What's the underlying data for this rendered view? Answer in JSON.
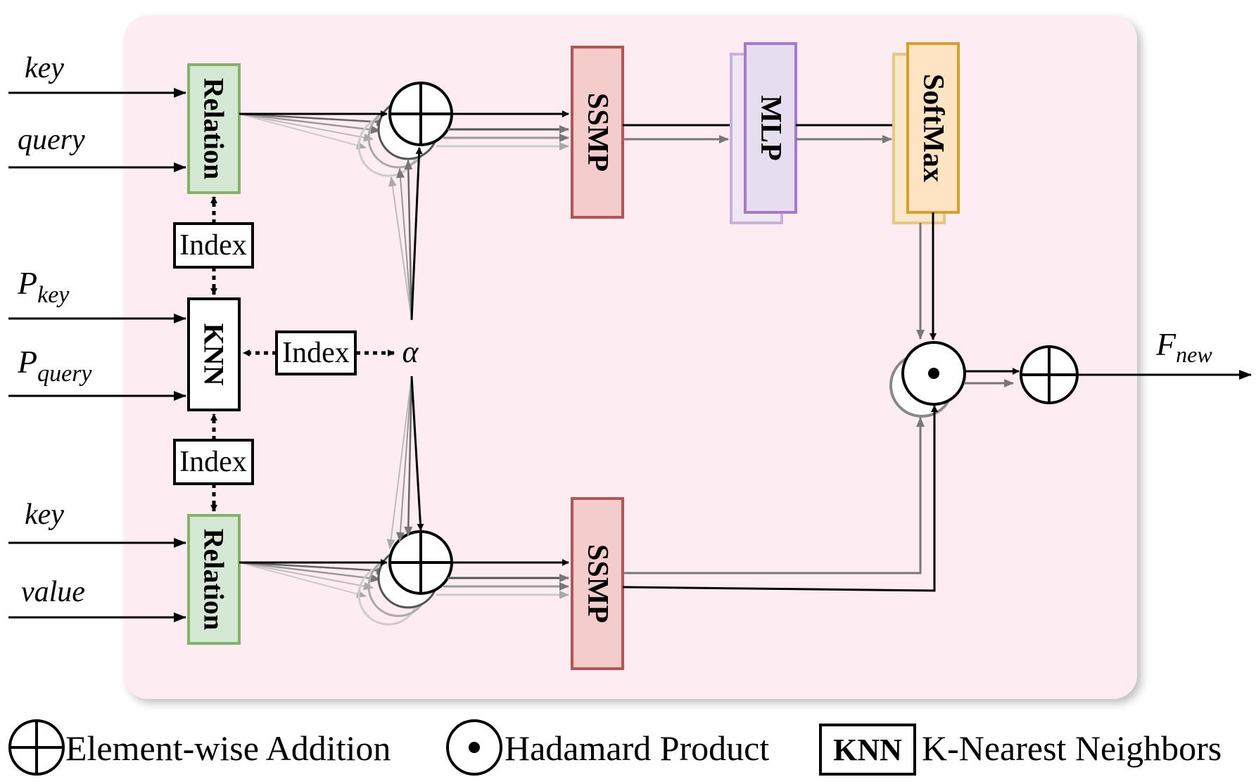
{
  "inputs": {
    "key_top": "key",
    "query": "query",
    "p_key_main": "P",
    "p_key_sub": "key",
    "p_query_main": "P",
    "p_query_sub": "query",
    "key_bottom": "key",
    "value": "value"
  },
  "blocks": {
    "relation_top": "Relation",
    "relation_bottom": "Relation",
    "knn": "KNN",
    "index_top": "Index",
    "index_middle": "Index",
    "index_bottom": "Index",
    "alpha": "α",
    "ssmp_top": "SSMP",
    "ssmp_bottom": "SSMP",
    "mlp": "MLP",
    "softmax": "SoftMax"
  },
  "output": {
    "main": "F",
    "sub": "new"
  },
  "legend": {
    "addition": "Element-wise Addition",
    "hadamard": "Hadamard Product",
    "knn_box": "KNN",
    "knn_label": "K-Nearest Neighbors"
  },
  "colors": {
    "panel": "#fdedf3",
    "relation_fill": "#d5e8d4",
    "relation_stroke": "#82b366",
    "ssmp_fill": "#f4cccc",
    "ssmp_stroke": "#b85450",
    "mlp_fill": "#e6ddef",
    "mlp_stroke": "#a678d0",
    "softmax_fill": "#fde3c2",
    "softmax_stroke": "#d6a12a"
  }
}
